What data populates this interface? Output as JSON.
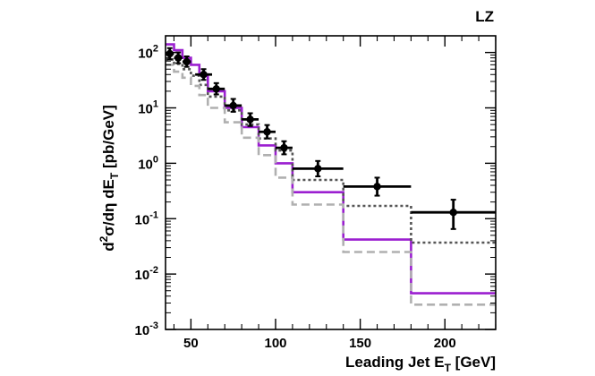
{
  "chart_data": {
    "type": "line",
    "annotation": "LZ",
    "xlabel": {
      "main": "Leading Jet E",
      "sub": "T",
      "unit": "[GeV]"
    },
    "ylabel": {
      "parts": [
        {
          "t": "d"
        },
        {
          "t": "2",
          "sup": true
        },
        {
          "t": "σ/dη dE"
        },
        {
          "t": "T",
          "sub": true
        },
        {
          "t": " [pb/GeV]"
        }
      ]
    },
    "xlim": [
      35,
      230
    ],
    "ylim": [
      0.001,
      200
    ],
    "yscale": "log",
    "x_ticks": [
      {
        "value": 50,
        "label": "50"
      },
      {
        "value": 100,
        "label": "100"
      },
      {
        "value": 150,
        "label": "150"
      },
      {
        "value": 200,
        "label": "200"
      }
    ],
    "y_ticks": [
      {
        "value": 100,
        "base": "10",
        "exp": "2"
      },
      {
        "value": 10,
        "base": "10",
        "exp": "1"
      },
      {
        "value": 1,
        "base": "10",
        "exp": "0"
      },
      {
        "value": 0.1,
        "base": "10",
        "exp": "-1"
      },
      {
        "value": 0.01,
        "base": "10",
        "exp": "-2"
      },
      {
        "value": 0.001,
        "base": "10",
        "exp": "-3"
      }
    ],
    "bin_edges": [
      35,
      40,
      45,
      50,
      55,
      60,
      70,
      80,
      90,
      100,
      110,
      140,
      180,
      230
    ],
    "series": [
      {
        "color": "#9b1fd0",
        "style": "solid",
        "values": [
          140,
          110,
          80,
          60,
          40,
          20,
          10,
          4.5,
          2.1,
          1.0,
          0.3,
          0.042,
          0.0045
        ]
      },
      {
        "color": "#555555",
        "style": "dotted",
        "values": [
          75,
          62,
          50,
          38,
          26,
          16,
          9,
          5,
          2.8,
          1.7,
          0.5,
          0.17,
          0.037
        ]
      },
      {
        "color": "#b0b0b0",
        "style": "dashed",
        "values": [
          60,
          45,
          35,
          25,
          17,
          10,
          5.5,
          2.9,
          1.4,
          0.55,
          0.18,
          0.025,
          0.0028
        ]
      },
      {
        "color": "#000000",
        "style": "points",
        "points": [
          {
            "x": 37.5,
            "y": 95,
            "xerr": 2.5,
            "ylo": 75,
            "yhi": 120
          },
          {
            "x": 42.5,
            "y": 80,
            "xerr": 2.5,
            "ylo": 64,
            "yhi": 100
          },
          {
            "x": 47.5,
            "y": 68,
            "xerr": 2.5,
            "ylo": 55,
            "yhi": 85
          },
          {
            "x": 57.5,
            "y": 40,
            "xerr": 5,
            "ylo": 32,
            "yhi": 50
          },
          {
            "x": 65,
            "y": 22,
            "xerr": 5,
            "ylo": 17.5,
            "yhi": 28
          },
          {
            "x": 75,
            "y": 11,
            "xerr": 5,
            "ylo": 8.5,
            "yhi": 14.5
          },
          {
            "x": 85,
            "y": 6.2,
            "xerr": 5,
            "ylo": 4.7,
            "yhi": 8
          },
          {
            "x": 95,
            "y": 3.7,
            "xerr": 5,
            "ylo": 2.8,
            "yhi": 4.9
          },
          {
            "x": 105,
            "y": 1.9,
            "xerr": 5,
            "ylo": 1.45,
            "yhi": 2.5
          },
          {
            "x": 125,
            "y": 0.8,
            "xerr": 15,
            "ylo": 0.58,
            "yhi": 1.1
          },
          {
            "x": 160,
            "y": 0.38,
            "xerr": 20,
            "ylo": 0.26,
            "yhi": 0.55
          },
          {
            "x": 205,
            "y": 0.13,
            "xerr": 25,
            "ylo": 0.065,
            "yhi": 0.22
          }
        ]
      }
    ]
  }
}
